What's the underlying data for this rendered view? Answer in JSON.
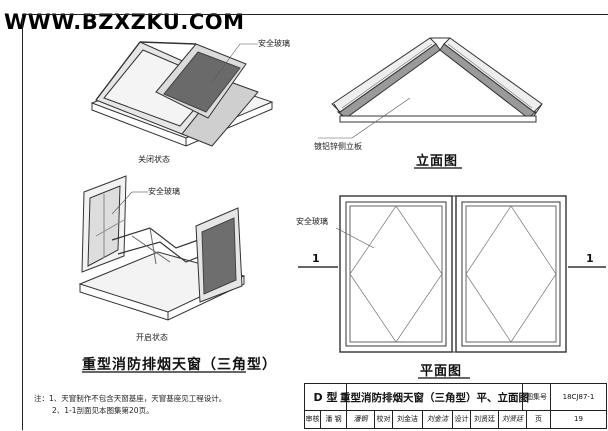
{
  "watermark": "WWW.BZXZKU.COM",
  "labels": {
    "safety_glass_top": "安全玻璃",
    "closed_state": "关闭状态",
    "safety_glass_mid": "安全玻璃",
    "open_state": "开启状态",
    "side_panel": "镀铝锌侧立板",
    "elevation_view": "立面图",
    "safety_glass_plan": "安全玻璃",
    "section_mark_left": "1",
    "section_mark_right": "1",
    "plan_view": "平面图",
    "main_title": "重型消防排烟天窗（三角型）"
  },
  "notes": [
    "注：1、天窗制作不包含天窗基座，天窗基座见工程设计。",
    "2、1-1剖面见本图集第20页。"
  ],
  "title_block": {
    "type_label": "D 型",
    "drawing_title": "重型消防排烟天窗（三角型）平、立面图",
    "atlas_label": "图集号",
    "atlas_no": "18CJ87-1",
    "review_label": "审核",
    "reviewer": "潘 钢",
    "reviewer_sign": "潘钢",
    "check_label": "校对",
    "checker": "刘金洁",
    "checker_sign": "刘金洁",
    "design_label": "设计",
    "designer": "刘贤廷",
    "designer_sign": "刘贤廷",
    "page_label": "页",
    "page_no": "19"
  }
}
